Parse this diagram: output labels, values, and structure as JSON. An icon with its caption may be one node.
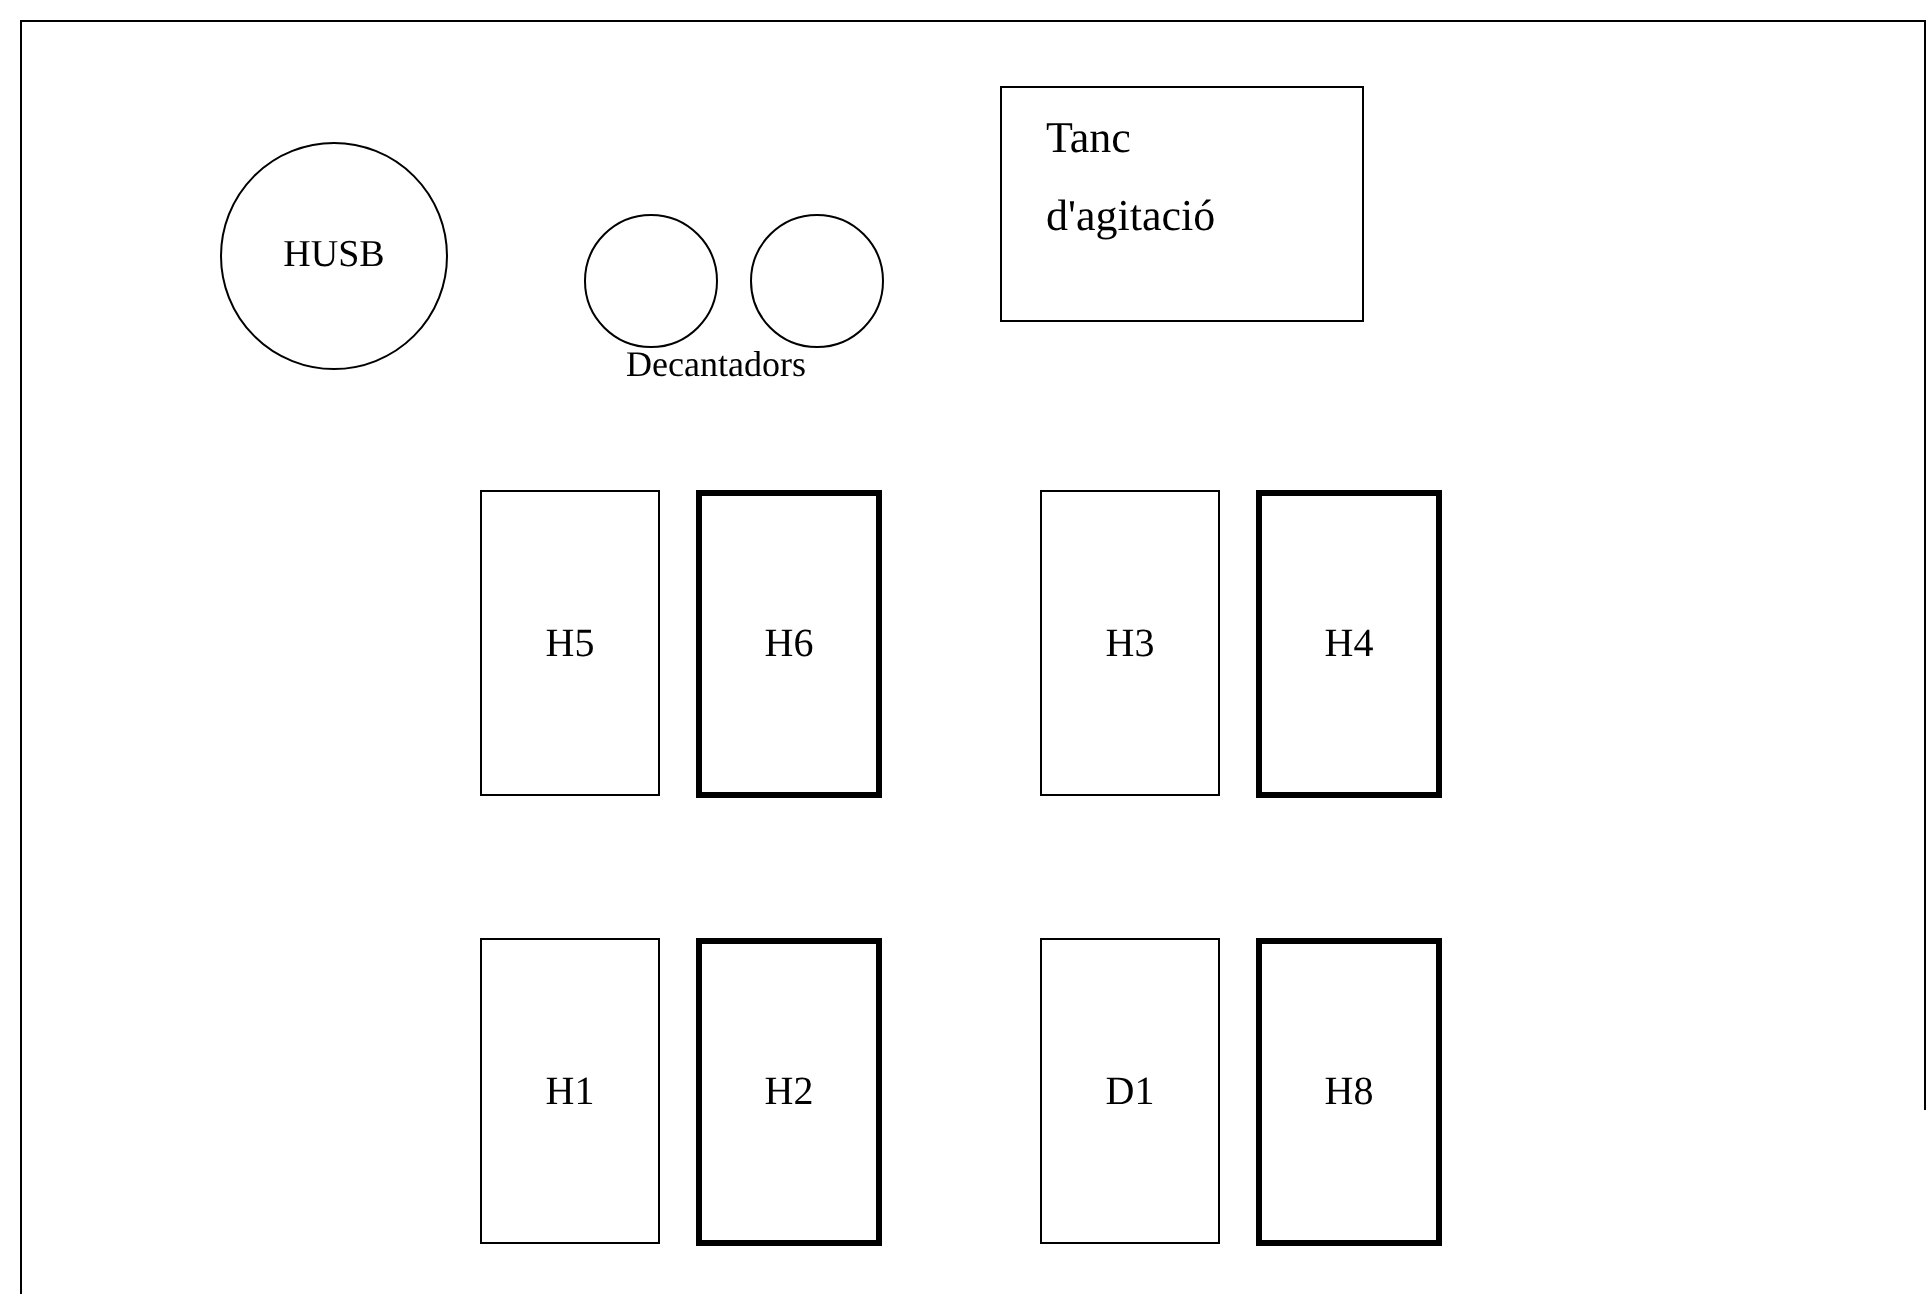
{
  "diagram": {
    "nodes": [
      {
        "text": [
          "HUSB"
        ]
      },
      {
        "text": [],
        "shape": "circle"
      },
      {
        "text": [],
        "shape": "circle"
      },
      {
        "text": [
          "Tanc d'agitació"
        ]
      },
      {
        "text": [
          "H5"
        ]
      },
      {
        "text": [
          "H6"
        ]
      },
      {
        "text": [
          "H3"
        ]
      },
      {
        "text": [
          "H4"
        ]
      },
      {
        "text": [
          "H1"
        ]
      },
      {
        "text": [
          "H2"
        ]
      },
      {
        "text": [
          "D1"
        ]
      },
      {
        "text": [
          "H8"
        ]
      }
    ],
    "labels": [
      "Decantadors"
    ]
  }
}
